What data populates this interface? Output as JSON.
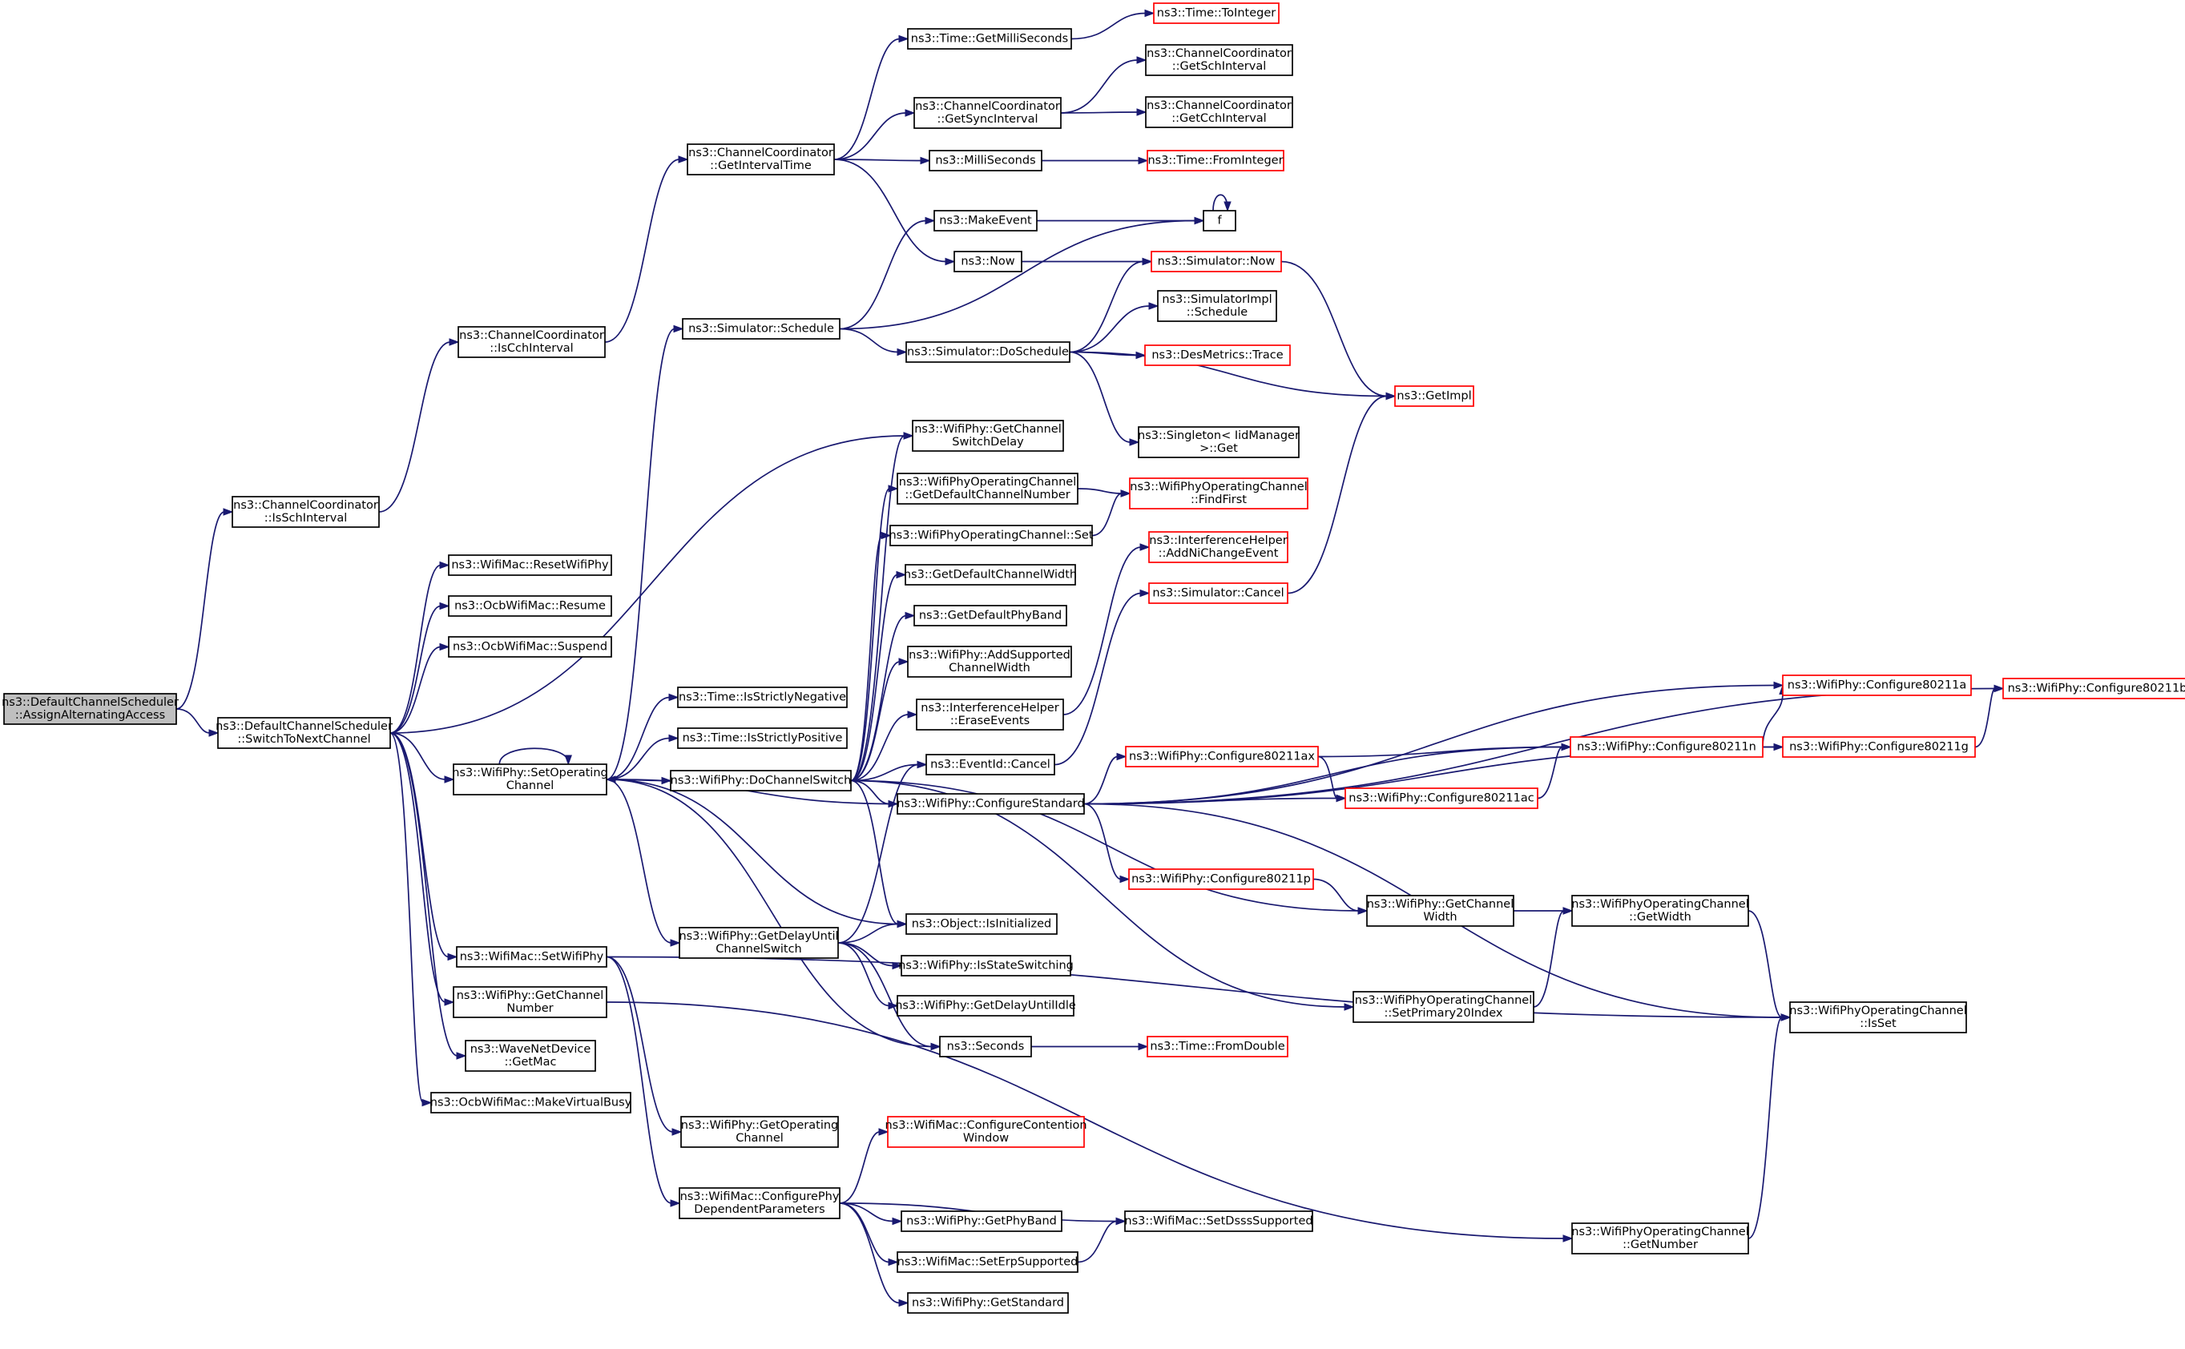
{
  "graph": {
    "type": "call-graph",
    "colors": {
      "edge": "#191970",
      "node_border": "#000000",
      "truncated_node_border": "#ff0000",
      "root_fill": "#bfbfbf",
      "node_fill": "#ffffff"
    },
    "nodes": [
      {
        "id": "root",
        "lines": [
          "ns3::DefaultChannelScheduler",
          "::AssignAlternatingAccess"
        ],
        "root": true
      },
      {
        "id": "issch",
        "lines": [
          "ns3::ChannelCoordinator",
          "::IsSchInterval"
        ]
      },
      {
        "id": "iscch",
        "lines": [
          "ns3::ChannelCoordinator",
          "::IsCchInterval"
        ]
      },
      {
        "id": "getinterval",
        "lines": [
          "ns3::ChannelCoordinator",
          "::GetIntervalTime"
        ]
      },
      {
        "id": "getms",
        "lines": [
          "ns3::Time::GetMilliSeconds"
        ]
      },
      {
        "id": "tointeger",
        "lines": [
          "ns3::Time::ToInteger"
        ],
        "truncated": true
      },
      {
        "id": "getsync",
        "lines": [
          "ns3::ChannelCoordinator",
          "::GetSyncInterval"
        ]
      },
      {
        "id": "getsch",
        "lines": [
          "ns3::ChannelCoordinator",
          "::GetSchInterval"
        ]
      },
      {
        "id": "getcch",
        "lines": [
          "ns3::ChannelCoordinator",
          "::GetCchInterval"
        ]
      },
      {
        "id": "ms",
        "lines": [
          "ns3::MilliSeconds"
        ]
      },
      {
        "id": "frominteger",
        "lines": [
          "ns3::Time::FromInteger"
        ],
        "truncated": true
      },
      {
        "id": "makeevent",
        "lines": [
          "ns3::MakeEvent"
        ]
      },
      {
        "id": "f",
        "lines": [
          "f"
        ]
      },
      {
        "id": "now",
        "lines": [
          "ns3::Now"
        ]
      },
      {
        "id": "simnow",
        "lines": [
          "ns3::Simulator::Now"
        ],
        "truncated": true
      },
      {
        "id": "schedule",
        "lines": [
          "ns3::Simulator::Schedule"
        ]
      },
      {
        "id": "doschedule",
        "lines": [
          "ns3::Simulator::DoSchedule"
        ]
      },
      {
        "id": "implschedule",
        "lines": [
          "ns3::SimulatorImpl",
          "::Schedule"
        ]
      },
      {
        "id": "trace",
        "lines": [
          "ns3::DesMetrics::Trace"
        ],
        "truncated": true
      },
      {
        "id": "getimpl",
        "lines": [
          "ns3::GetImpl"
        ],
        "truncated": true
      },
      {
        "id": "singleton",
        "lines": [
          "ns3::Singleton< IidManager",
          " >::Get"
        ]
      },
      {
        "id": "switchdelay",
        "lines": [
          "ns3::WifiPhy::GetChannel",
          "SwitchDelay"
        ]
      },
      {
        "id": "getdefchnum",
        "lines": [
          "ns3::WifiPhyOperatingChannel",
          "::GetDefaultChannelNumber"
        ]
      },
      {
        "id": "findfirst",
        "lines": [
          "ns3::WifiPhyOperatingChannel",
          "::FindFirst"
        ],
        "truncated": true
      },
      {
        "id": "opset",
        "lines": [
          "ns3::WifiPhyOperatingChannel::Set"
        ]
      },
      {
        "id": "defwidth",
        "lines": [
          "ns3::GetDefaultChannelWidth"
        ]
      },
      {
        "id": "defband",
        "lines": [
          "ns3::GetDefaultPhyBand"
        ]
      },
      {
        "id": "addsupported",
        "lines": [
          "ns3::WifiPhy::AddSupported",
          "ChannelWidth"
        ]
      },
      {
        "id": "addni",
        "lines": [
          "ns3::InterferenceHelper",
          "::AddNiChangeEvent"
        ],
        "truncated": true
      },
      {
        "id": "simcancel",
        "lines": [
          "ns3::Simulator::Cancel"
        ],
        "truncated": true
      },
      {
        "id": "erase",
        "lines": [
          "ns3::InterferenceHelper",
          "::EraseEvents"
        ]
      },
      {
        "id": "isneg",
        "lines": [
          "ns3::Time::IsStrictlyNegative"
        ]
      },
      {
        "id": "ispos",
        "lines": [
          "ns3::Time::IsStrictlyPositive"
        ]
      },
      {
        "id": "resetphy",
        "lines": [
          "ns3::WifiMac::ResetWifiPhy"
        ]
      },
      {
        "id": "resume",
        "lines": [
          "ns3::OcbWifiMac::Resume"
        ]
      },
      {
        "id": "suspend",
        "lines": [
          "ns3::OcbWifiMac::Suspend"
        ]
      },
      {
        "id": "switchnext",
        "lines": [
          "ns3::DefaultChannelScheduler",
          "::SwitchToNextChannel"
        ]
      },
      {
        "id": "setop",
        "lines": [
          "ns3::WifiPhy::SetOperating",
          "Channel"
        ]
      },
      {
        "id": "doswitch",
        "lines": [
          "ns3::WifiPhy::DoChannelSwitch"
        ]
      },
      {
        "id": "evcancel",
        "lines": [
          "ns3::EventId::Cancel"
        ]
      },
      {
        "id": "configstd",
        "lines": [
          "ns3::WifiPhy::ConfigureStandard"
        ]
      },
      {
        "id": "c11ax",
        "lines": [
          "ns3::WifiPhy::Configure80211ax"
        ],
        "truncated": true
      },
      {
        "id": "c11ac",
        "lines": [
          "ns3::WifiPhy::Configure80211ac"
        ],
        "truncated": true
      },
      {
        "id": "c11n",
        "lines": [
          "ns3::WifiPhy::Configure80211n"
        ],
        "truncated": true
      },
      {
        "id": "c11a",
        "lines": [
          "ns3::WifiPhy::Configure80211a"
        ],
        "truncated": true
      },
      {
        "id": "c11g",
        "lines": [
          "ns3::WifiPhy::Configure80211g"
        ],
        "truncated": true
      },
      {
        "id": "c11b",
        "lines": [
          "ns3::WifiPhy::Configure80211b"
        ],
        "truncated": true
      },
      {
        "id": "c11p",
        "lines": [
          "ns3::WifiPhy::Configure80211p"
        ],
        "truncated": true
      },
      {
        "id": "phywidth",
        "lines": [
          "ns3::WifiPhy::GetChannel",
          "Width"
        ]
      },
      {
        "id": "opwidth",
        "lines": [
          "ns3::WifiPhyOperatingChannel",
          "::GetWidth"
        ]
      },
      {
        "id": "isset",
        "lines": [
          "ns3::WifiPhyOperatingChannel",
          "::IsSet"
        ]
      },
      {
        "id": "setp20",
        "lines": [
          "ns3::WifiPhyOperatingChannel",
          "::SetPrimary20Index"
        ]
      },
      {
        "id": "delayuntil",
        "lines": [
          "ns3::WifiPhy::GetDelayUntil",
          "ChannelSwitch"
        ]
      },
      {
        "id": "isinit",
        "lines": [
          "ns3::Object::IsInitialized"
        ]
      },
      {
        "id": "isswitching",
        "lines": [
          "ns3::WifiPhy::IsStateSwitching"
        ]
      },
      {
        "id": "delayidle",
        "lines": [
          "ns3::WifiPhy::GetDelayUntilIdle"
        ]
      },
      {
        "id": "seconds",
        "lines": [
          "ns3::Seconds"
        ]
      },
      {
        "id": "fromdouble",
        "lines": [
          "ns3::Time::FromDouble"
        ],
        "truncated": true
      },
      {
        "id": "setwifiphy",
        "lines": [
          "ns3::WifiMac::SetWifiPhy"
        ]
      },
      {
        "id": "getchnum",
        "lines": [
          "ns3::WifiPhy::GetChannel",
          "Number"
        ]
      },
      {
        "id": "getmac",
        "lines": [
          "ns3::WaveNetDevice",
          "::GetMac"
        ]
      },
      {
        "id": "virtualbusy",
        "lines": [
          "ns3::OcbWifiMac::MakeVirtualBusy"
        ]
      },
      {
        "id": "getopch",
        "lines": [
          "ns3::WifiPhy::GetOperating",
          "Channel"
        ]
      },
      {
        "id": "contention",
        "lines": [
          "ns3::WifiMac::ConfigureContention",
          "Window"
        ],
        "truncated": true
      },
      {
        "id": "phydep",
        "lines": [
          "ns3::WifiMac::ConfigurePhy",
          "DependentParameters"
        ]
      },
      {
        "id": "getband",
        "lines": [
          "ns3::WifiPhy::GetPhyBand"
        ]
      },
      {
        "id": "dsss",
        "lines": [
          "ns3::WifiMac::SetDsssSupported"
        ]
      },
      {
        "id": "erp",
        "lines": [
          "ns3::WifiMac::SetErpSupported"
        ]
      },
      {
        "id": "getstd",
        "lines": [
          "ns3::WifiPhy::GetStandard"
        ]
      },
      {
        "id": "getnumber",
        "lines": [
          "ns3::WifiPhyOperatingChannel",
          "::GetNumber"
        ]
      }
    ],
    "edges": [
      [
        "root",
        "issch"
      ],
      [
        "root",
        "switchnext"
      ],
      [
        "issch",
        "iscch"
      ],
      [
        "iscch",
        "getinterval"
      ],
      [
        "getinterval",
        "getms"
      ],
      [
        "getinterval",
        "getsync"
      ],
      [
        "getinterval",
        "ms"
      ],
      [
        "getinterval",
        "now"
      ],
      [
        "getms",
        "tointeger"
      ],
      [
        "getsync",
        "getsch"
      ],
      [
        "getsync",
        "getcch"
      ],
      [
        "ms",
        "frominteger"
      ],
      [
        "makeevent",
        "f"
      ],
      [
        "f",
        "f"
      ],
      [
        "now",
        "simnow"
      ],
      [
        "simnow",
        "getimpl"
      ],
      [
        "schedule",
        "makeevent"
      ],
      [
        "schedule",
        "f"
      ],
      [
        "schedule",
        "doschedule"
      ],
      [
        "doschedule",
        "simnow"
      ],
      [
        "doschedule",
        "implschedule"
      ],
      [
        "doschedule",
        "trace"
      ],
      [
        "doschedule",
        "getimpl"
      ],
      [
        "doschedule",
        "singleton"
      ],
      [
        "getdefchnum",
        "findfirst"
      ],
      [
        "opset",
        "findfirst"
      ],
      [
        "simcancel",
        "getimpl"
      ],
      [
        "erase",
        "addni"
      ],
      [
        "evcancel",
        "simcancel"
      ],
      [
        "switchnext",
        "resetphy"
      ],
      [
        "switchnext",
        "resume"
      ],
      [
        "switchnext",
        "suspend"
      ],
      [
        "switchnext",
        "switchdelay"
      ],
      [
        "switchnext",
        "setop"
      ],
      [
        "switchnext",
        "setwifiphy"
      ],
      [
        "switchnext",
        "getchnum"
      ],
      [
        "switchnext",
        "getmac"
      ],
      [
        "switchnext",
        "virtualbusy"
      ],
      [
        "setop",
        "setop"
      ],
      [
        "setop",
        "schedule"
      ],
      [
        "setop",
        "isneg"
      ],
      [
        "setop",
        "ispos"
      ],
      [
        "setop",
        "doswitch"
      ],
      [
        "setop",
        "delayuntil"
      ],
      [
        "setop",
        "isinit"
      ],
      [
        "setop",
        "seconds"
      ],
      [
        "doswitch",
        "switchdelay"
      ],
      [
        "doswitch",
        "getdefchnum"
      ],
      [
        "doswitch",
        "opset"
      ],
      [
        "doswitch",
        "defwidth"
      ],
      [
        "doswitch",
        "defband"
      ],
      [
        "doswitch",
        "addsupported"
      ],
      [
        "doswitch",
        "erase"
      ],
      [
        "doswitch",
        "evcancel"
      ],
      [
        "doswitch",
        "configstd"
      ],
      [
        "doswitch",
        "isinit"
      ],
      [
        "doswitch",
        "phywidth"
      ],
      [
        "doswitch",
        "setp20"
      ],
      [
        "configstd",
        "setop"
      ],
      [
        "configstd",
        "c11ax"
      ],
      [
        "configstd",
        "c11ac"
      ],
      [
        "configstd",
        "c11n"
      ],
      [
        "configstd",
        "c11a"
      ],
      [
        "configstd",
        "c11g"
      ],
      [
        "configstd",
        "c11b"
      ],
      [
        "configstd",
        "c11p"
      ],
      [
        "configstd",
        "isset"
      ],
      [
        "c11ax",
        "c11ac"
      ],
      [
        "c11ax",
        "c11n"
      ],
      [
        "c11ac",
        "c11n"
      ],
      [
        "c11n",
        "c11a"
      ],
      [
        "c11n",
        "c11g"
      ],
      [
        "c11g",
        "c11b"
      ],
      [
        "c11p",
        "phywidth"
      ],
      [
        "phywidth",
        "opwidth"
      ],
      [
        "opwidth",
        "isset"
      ],
      [
        "setp20",
        "opwidth"
      ],
      [
        "delayuntil",
        "evcancel"
      ],
      [
        "delayuntil",
        "isinit"
      ],
      [
        "delayuntil",
        "isswitching"
      ],
      [
        "delayuntil",
        "delayidle"
      ],
      [
        "delayuntil",
        "seconds"
      ],
      [
        "seconds",
        "fromdouble"
      ],
      [
        "setwifiphy",
        "getopch"
      ],
      [
        "setwifiphy",
        "phydep"
      ],
      [
        "setwifiphy",
        "isset"
      ],
      [
        "getchnum",
        "getnumber"
      ],
      [
        "getnumber",
        "isset"
      ],
      [
        "phydep",
        "contention"
      ],
      [
        "phydep",
        "getband"
      ],
      [
        "phydep",
        "dsss"
      ],
      [
        "phydep",
        "erp"
      ],
      [
        "phydep",
        "getstd"
      ],
      [
        "erp",
        "dsss"
      ]
    ]
  }
}
